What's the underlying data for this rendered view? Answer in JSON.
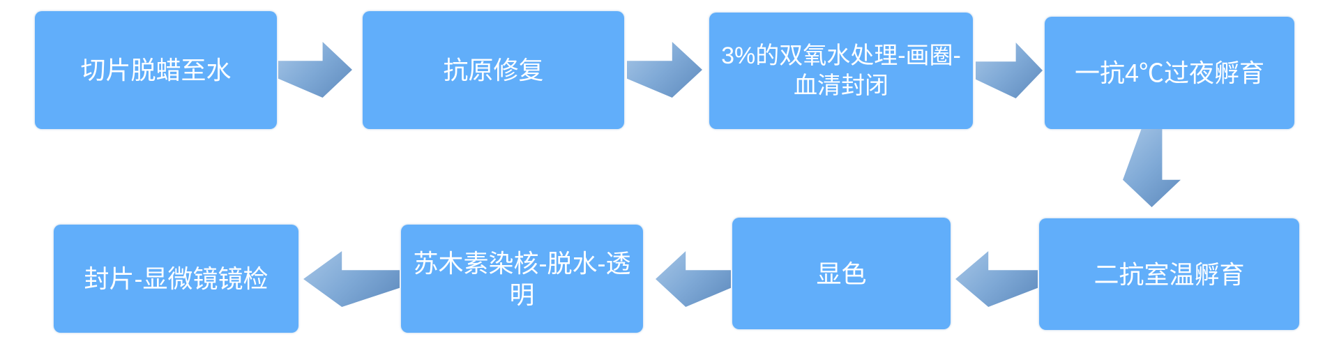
{
  "flowchart": {
    "type": "process-flow",
    "colors": {
      "box_fill": "#61AEFA",
      "box_text": "#FFFFFF",
      "arrow_gradient_light": "#A5C5E6",
      "arrow_gradient_dark": "#5E8ABD",
      "background": "#FFFFFF"
    },
    "steps": [
      {
        "label": "切片脱蜡至水"
      },
      {
        "label": "抗原修复"
      },
      {
        "label": "3%的双氧水处理-画圈-血清封闭"
      },
      {
        "label": "一抗4℃过夜孵育"
      },
      {
        "label": "二抗室温孵育"
      },
      {
        "label": "显色"
      },
      {
        "label": "苏木素染核-脱水-透明"
      },
      {
        "label": "封片-显微镜镜检"
      }
    ],
    "connectors": [
      {
        "from": 1,
        "to": 2,
        "direction": "right"
      },
      {
        "from": 2,
        "to": 3,
        "direction": "right"
      },
      {
        "from": 3,
        "to": 4,
        "direction": "right"
      },
      {
        "from": 4,
        "to": 5,
        "direction": "down"
      },
      {
        "from": 5,
        "to": 6,
        "direction": "left"
      },
      {
        "from": 6,
        "to": 7,
        "direction": "left"
      },
      {
        "from": 7,
        "to": 8,
        "direction": "left"
      }
    ]
  }
}
